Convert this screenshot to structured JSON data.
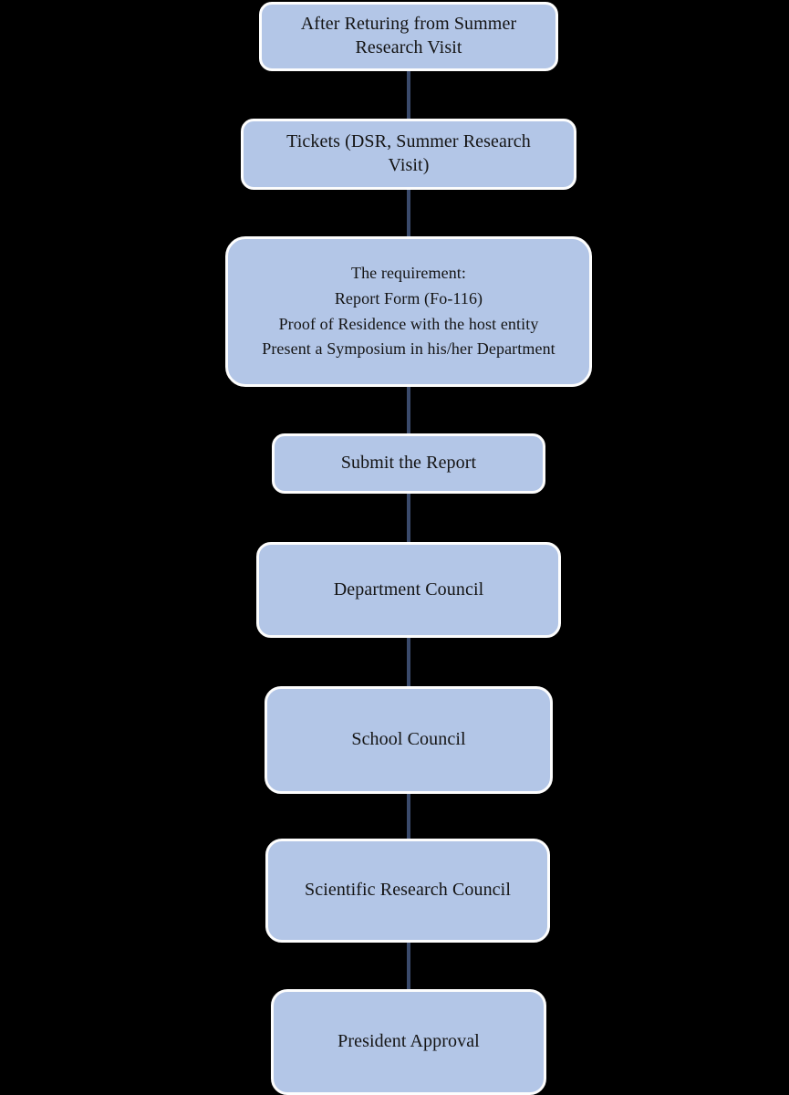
{
  "diagram": {
    "title": "After Returing from Summer Research Visit",
    "type": "flowchart",
    "orientation": "vertical-top-to-bottom",
    "background_color": "#000000",
    "node_fill_color": "#b3c6e7",
    "node_border_color": "#fdfdfd",
    "connector_color": "#3a4a6b",
    "text_color": "#141414",
    "nodes": [
      {
        "id": "node-after-returning",
        "label": "After Returing from Summer\nResearch Visit",
        "shape": "rounded-rectangle"
      },
      {
        "id": "node-tickets",
        "label": "Tickets (DSR, Summer Research\nVisit)",
        "shape": "rounded-rectangle"
      },
      {
        "id": "node-requirement",
        "label": "The requirement:\nReport Form (Fo-116)\nProof of Residence with the host entity\nPresent a Symposium in his/her Department",
        "shape": "rounded-rectangle"
      },
      {
        "id": "node-submit-report",
        "label": "Submit the Report",
        "shape": "rounded-rectangle"
      },
      {
        "id": "node-department-council",
        "label": "Department Council",
        "shape": "rounded-rectangle"
      },
      {
        "id": "node-school-council",
        "label": "School Council",
        "shape": "rounded-rectangle"
      },
      {
        "id": "node-scientific-research-council",
        "label": "Scientific Research Council",
        "shape": "rounded-rectangle"
      },
      {
        "id": "node-president-approval",
        "label": "President Approval",
        "shape": "rounded-rectangle"
      }
    ],
    "edges": [
      {
        "id": "edge-0",
        "from": "node-after-returning",
        "to": "node-tickets"
      },
      {
        "id": "edge-1",
        "from": "node-tickets",
        "to": "node-requirement"
      },
      {
        "id": "edge-2",
        "from": "node-requirement",
        "to": "node-submit-report"
      },
      {
        "id": "edge-3",
        "from": "node-submit-report",
        "to": "node-department-council"
      },
      {
        "id": "edge-4",
        "from": "node-department-council",
        "to": "node-school-council"
      },
      {
        "id": "edge-5",
        "from": "node-school-council",
        "to": "node-scientific-research-council"
      },
      {
        "id": "edge-6",
        "from": "node-scientific-research-council",
        "to": "node-president-approval"
      }
    ]
  }
}
